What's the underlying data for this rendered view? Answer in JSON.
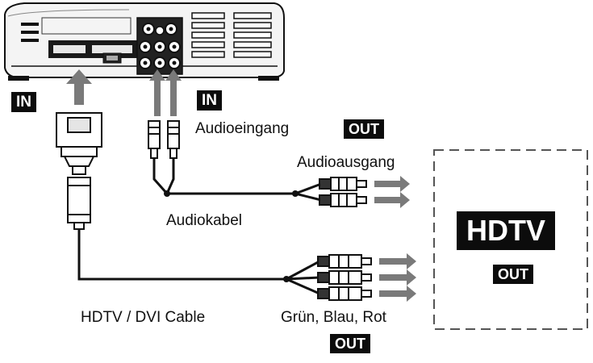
{
  "labels": {
    "in_left": "IN",
    "in_right": "IN",
    "out_top": "OUT",
    "out_hdtv": "OUT",
    "out_bottom": "OUT",
    "audio_input": "Audioeingang",
    "audio_output": "Audioausgang",
    "audio_cable": "Audiokabel",
    "hdtv": "HDTV",
    "hdtv_dvi_cable": "HDTV / DVI Cable",
    "component_colors": "Grün, Blau, Rot"
  },
  "icons": {
    "projector": "projector-icon",
    "vga_connector": "vga-connector-icon",
    "rca_plug": "rca-plug-icon",
    "arrow": "arrow-icon"
  },
  "colors": {
    "ink": "#111111",
    "badge": "#0c0c0c",
    "arrow": "#7a7a7a"
  }
}
